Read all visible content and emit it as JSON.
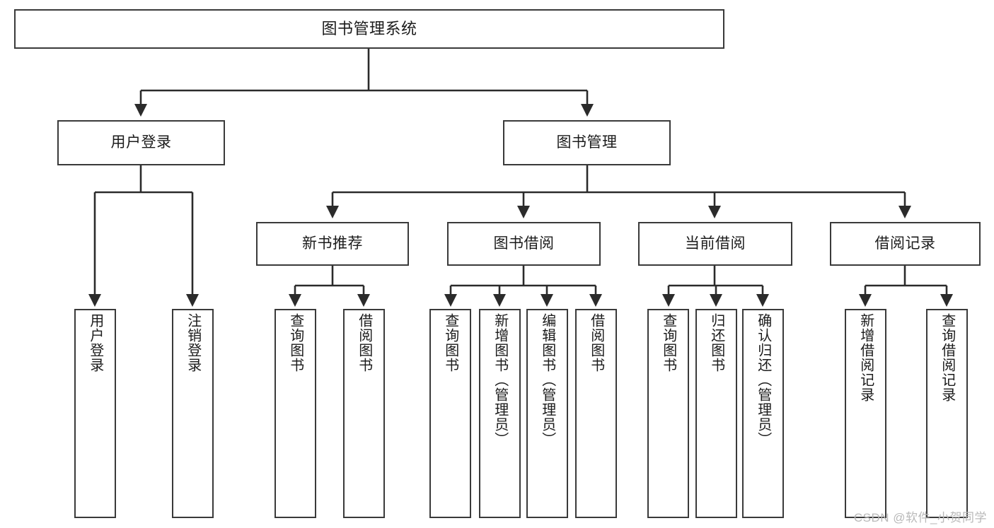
{
  "diagram": {
    "title": "图书管理系统",
    "type": "tree",
    "watermark": "CSDN @软件_小贺同学",
    "colors": {
      "box_border": "#3a3a3a",
      "box_fill": "#ffffff",
      "connector": "#2b2b2b",
      "text": "#1b1b1b",
      "watermark": "#b9b9b9"
    },
    "nodes": {
      "root": {
        "label": "图书管理系统"
      },
      "level2": [
        {
          "id": "user-login",
          "label": "用户登录"
        },
        {
          "id": "book-manage",
          "label": "图书管理"
        }
      ],
      "level3": [
        {
          "id": "new-book-rec",
          "label": "新书推荐"
        },
        {
          "id": "book-borrow",
          "label": "图书借阅"
        },
        {
          "id": "current-borrow",
          "label": "当前借阅"
        },
        {
          "id": "borrow-record",
          "label": "借阅记录"
        }
      ],
      "leaves": {
        "user_login": [
          {
            "id": "leaf-user-login",
            "label": "用户登录"
          },
          {
            "id": "leaf-logout",
            "label": "注销登录"
          }
        ],
        "new_book_rec": [
          {
            "id": "leaf-query-book-1",
            "label": "查询图书"
          },
          {
            "id": "leaf-borrow-book-1",
            "label": "借阅图书"
          }
        ],
        "book_borrow": [
          {
            "id": "leaf-query-book-2",
            "label": "查询图书"
          },
          {
            "id": "leaf-add-book",
            "label": "新增图书（管理员）"
          },
          {
            "id": "leaf-edit-book",
            "label": "编辑图书（管理员）"
          },
          {
            "id": "leaf-borrow-book-2",
            "label": "借阅图书"
          }
        ],
        "current_borrow": [
          {
            "id": "leaf-query-book-3",
            "label": "查询图书"
          },
          {
            "id": "leaf-return-book",
            "label": "归还图书"
          },
          {
            "id": "leaf-confirm-return",
            "label": "确认归还（管理员）"
          }
        ],
        "borrow_record": [
          {
            "id": "leaf-add-record",
            "label": "新增借阅记录"
          },
          {
            "id": "leaf-query-record",
            "label": "查询借阅记录"
          }
        ]
      }
    }
  }
}
